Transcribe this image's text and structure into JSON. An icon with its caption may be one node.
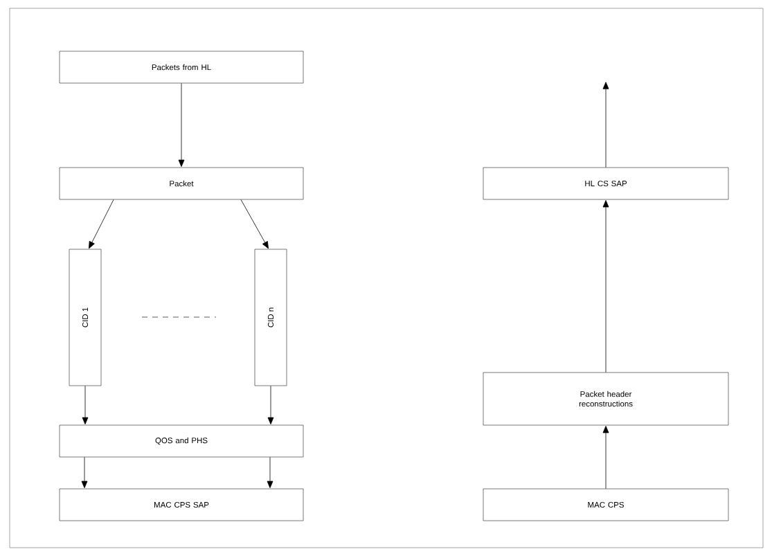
{
  "diagram": {
    "nodes": [
      {
        "text": [
          "Packets from HL"
        ]
      },
      {
        "text": [
          "Packet"
        ]
      },
      {
        "text": [
          "CID 1"
        ]
      },
      {
        "text": [
          "CID n"
        ]
      },
      {
        "text": [
          "QOS and PHS"
        ]
      },
      {
        "text": [
          "MAC CPS SAP"
        ]
      },
      {
        "text": [
          "HL CS SAP"
        ]
      },
      {
        "text": [
          "Packet header reconstructions"
        ]
      },
      {
        "text": [
          "MAC CPS"
        ]
      }
    ],
    "edges": [
      {
        "from": 0,
        "to": 1,
        "arrow": "to"
      },
      {
        "from": 1,
        "to": 2,
        "arrow": "to"
      },
      {
        "from": 1,
        "to": 3,
        "arrow": "to"
      },
      {
        "from": 2,
        "to": 4,
        "arrow": "to"
      },
      {
        "from": 3,
        "to": 4,
        "arrow": "to"
      },
      {
        "from": 4,
        "to": 5,
        "arrow": "to"
      },
      {
        "from": 4,
        "to": 5,
        "arrow": "to"
      },
      {
        "from": 8,
        "to": 7,
        "arrow": "to"
      },
      {
        "from": 7,
        "to": 6,
        "arrow": "to"
      },
      {
        "from": 6,
        "to": null,
        "arrow": "to"
      }
    ]
  }
}
